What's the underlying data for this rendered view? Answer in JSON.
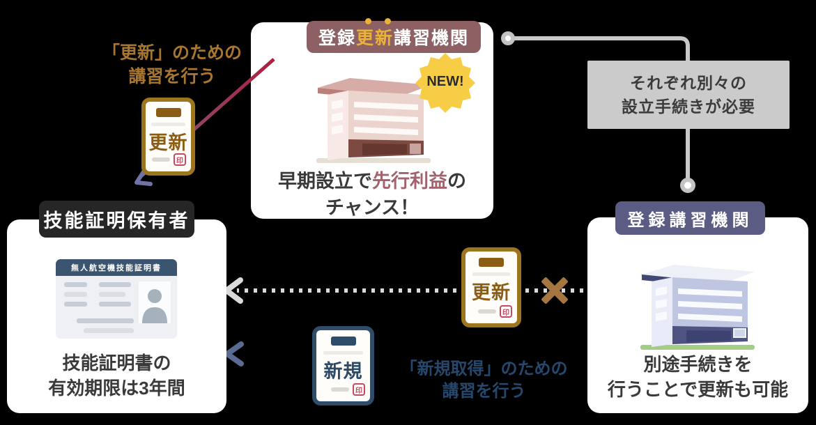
{
  "colors": {
    "background": "#000000",
    "accent_red_line": "#ad1f3e",
    "arrow_purple": "#6f74a4",
    "cert_brown": "#9d751f",
    "cert_navy": "#2f4d6b",
    "stamp_red": "#c8485c",
    "label_mauve": "#8d6164",
    "label_black": "#262626",
    "label_purple": "#5a5c83",
    "emphasis_yellow": "#eab23a",
    "badge_yellow": "#f6cd45",
    "note_gray": "#cbcbcb",
    "cross_brown": "#a5763f",
    "highlight_rose": "#a2636e",
    "caption_brown": "#a8762e",
    "caption_navy": "#26486e",
    "dotted_arrow_gray": "#d8dadb",
    "solid_arrow_navy": "#5b6a92",
    "solid_arrow_olive": "#8e907c"
  },
  "top_left_caption": {
    "line1": "「更新」のための",
    "line2": "講習を行う"
  },
  "renewal_cert_top": {
    "title": "更新",
    "stamp": "印"
  },
  "main_card": {
    "label_pre": "登録",
    "label_emphasis": "更新",
    "label_post": "講習機関",
    "badge": "NEW!",
    "text_line1_pre": "早期設立で",
    "text_line1_highlight": "先行利益",
    "text_line1_post": "の",
    "text_line2": "チャンス！"
  },
  "note_box": {
    "line1": "それぞれ別々の",
    "line2": "設立手続きが必要"
  },
  "holder": {
    "label": "技能証明保有者",
    "id_card_title": "無人航空機技能証明書",
    "text_line1": "技能証明書の",
    "text_line2": "有効期限は3年間"
  },
  "school": {
    "label": "登録講習機関",
    "text_line1": "別途手続きを",
    "text_line2": "行うことで更新も可能"
  },
  "renewal_cert_mid": {
    "title": "更新",
    "stamp": "印"
  },
  "new_cert": {
    "title": "新規",
    "stamp": "印"
  },
  "bottom_caption": {
    "line1": "「新規取得」のための",
    "line2": "講習を行う"
  },
  "icons": {
    "building_pink": "pink-office-building",
    "building_blue": "blue-office-building",
    "id_card": "skill-certificate-id-card",
    "person_silhouette": "person-photo-placeholder",
    "new_badge": "starburst-seal",
    "cross": "not-allowed-x",
    "dotted_arrow": "dotted-left-arrow",
    "solid_arrow": "solid-left-arrow",
    "red_arrow": "diagonal-red-to-purple-arrow",
    "connector": "gray-elbow-connector-with-rings",
    "stamp": "inkan-seal"
  }
}
